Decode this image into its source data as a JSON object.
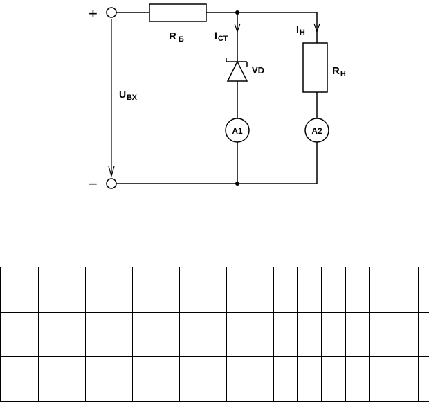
{
  "circuit": {
    "plus_sign": "+",
    "minus_sign": "−",
    "rb": {
      "main": "R",
      "sub": "Б"
    },
    "rn": {
      "main": "R",
      "sub": "Н"
    },
    "ist": {
      "main": "I",
      "sub": "СТ"
    },
    "in": {
      "main": "I",
      "sub": "Н"
    },
    "uvx": {
      "main": "U",
      "sub": "ВХ"
    },
    "vd": "VD",
    "a1": "A1",
    "a2": "A2"
  },
  "table": {
    "rows": 3,
    "columns": 18,
    "cells": [
      [
        "",
        "",
        "",
        "",
        "",
        "",
        "",
        "",
        "",
        "",
        "",
        "",
        "",
        "",
        "",
        "",
        "",
        ""
      ],
      [
        "",
        "",
        "",
        "",
        "",
        "",
        "",
        "",
        "",
        "",
        "",
        "",
        "",
        "",
        "",
        "",
        "",
        ""
      ],
      [
        "",
        "",
        "",
        "",
        "",
        "",
        "",
        "",
        "",
        "",
        "",
        "",
        "",
        "",
        "",
        "",
        "",
        ""
      ]
    ]
  }
}
